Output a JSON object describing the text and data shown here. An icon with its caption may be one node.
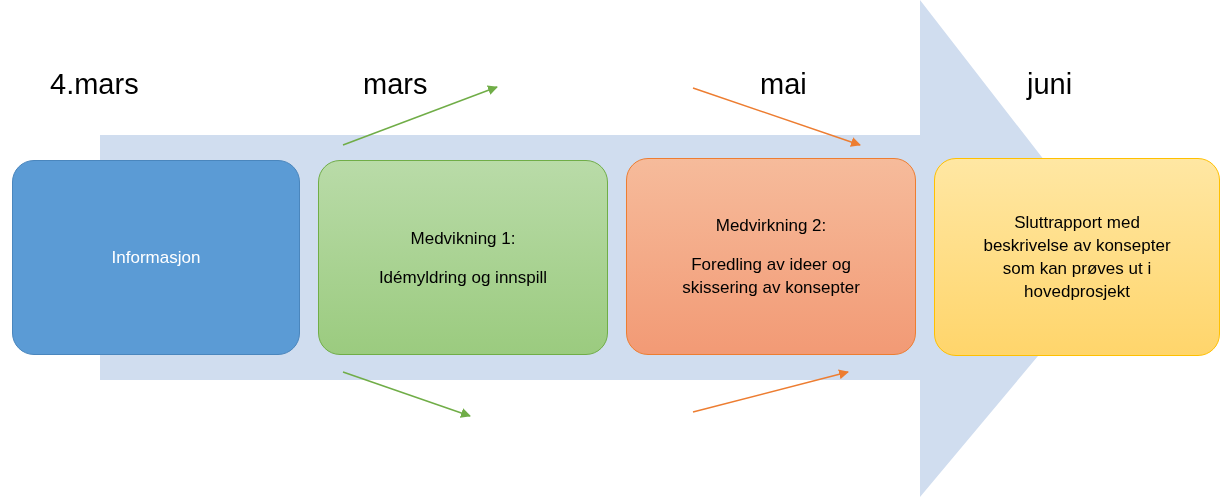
{
  "diagram": {
    "nodes": [
      {
        "text": [
          "Informasjon"
        ],
        "beside": [
          "4.mars"
        ]
      },
      {
        "text": [
          "Medvikning 1:",
          "Idémyldring og innspill"
        ],
        "beside": [
          "mars"
        ]
      },
      {
        "text": [
          "Medvirkning 2:",
          "Foredling av ideer og skissering av konsepter"
        ],
        "beside": [
          "mai"
        ]
      },
      {
        "text": [
          "Sluttrapport med beskrivelse av konsepter som kan prøves ut i hovedprosjekt"
        ],
        "beside": [
          "juni"
        ]
      }
    ],
    "edges": [
      {
        "from": 0,
        "to": 3,
        "arrow": "to"
      }
    ]
  }
}
